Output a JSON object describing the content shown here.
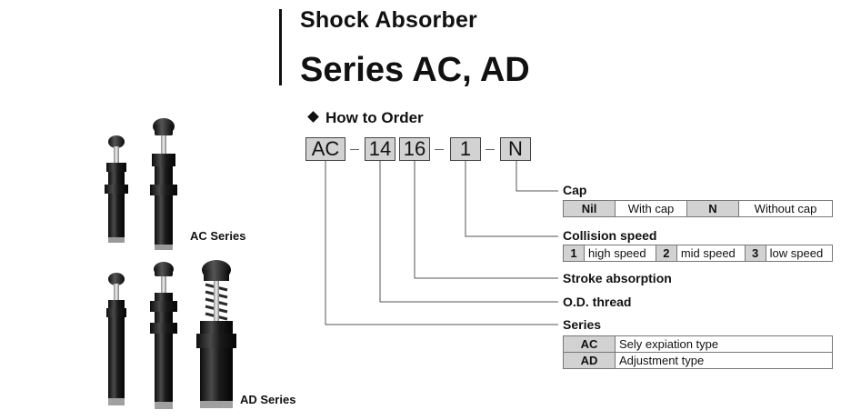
{
  "header": {
    "title": "Shock Absorber",
    "subtitle": "Series AC, AD"
  },
  "order": {
    "heading": "How to Order",
    "codes": [
      "AC",
      "14",
      "16",
      "1",
      "N"
    ]
  },
  "labels": {
    "cap": "Cap",
    "collision_speed": "Collision speed",
    "stroke_absorption": "Stroke absorption",
    "od_thread": "O.D. thread",
    "series": "Series"
  },
  "cap_options": [
    {
      "key": "Nil",
      "value": "With cap"
    },
    {
      "key": "N",
      "value": "Without cap"
    }
  ],
  "speed_options": [
    {
      "key": "1",
      "value": "high speed"
    },
    {
      "key": "2",
      "value": "mid speed"
    },
    {
      "key": "3",
      "value": "low speed"
    }
  ],
  "series_options": [
    {
      "key": "AC",
      "value": "Sely expiation type"
    },
    {
      "key": "AD",
      "value": "Adjustment type"
    }
  ],
  "products": {
    "ac_label": "AC Series",
    "ad_label": "AD Series"
  }
}
